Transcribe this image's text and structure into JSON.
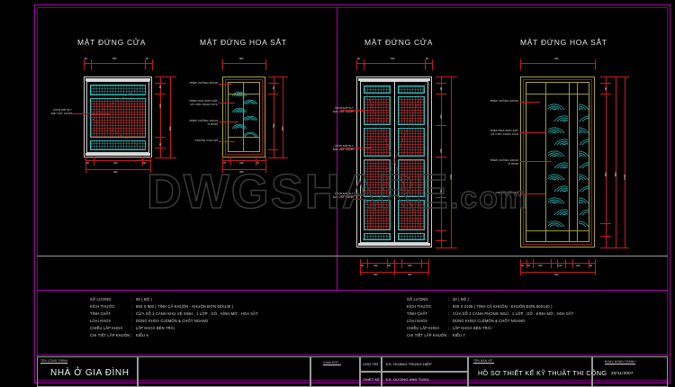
{
  "sheet": {
    "watermark_main": "DWGSHARE",
    "watermark_suffix": ".com"
  },
  "views": {
    "left_panel": {
      "door_elevation_title": "MẶT ĐỨNG CỬA",
      "ironwork_title": "MẶT ĐỨNG HOA SẮT",
      "door_note_1": "KÍNH MỜ 5LY",
      "door_note_2": "MÀI VÁT CẠNH",
      "iron_notes": [
        {
          "line1": "THÉP VUÔNG 20X20",
          "line2": ""
        },
        {
          "line1": "THÉP HỌA SƠN SẮT",
          "line2": "VÀ CHO XOAN CỬA"
        },
        {
          "line1": "THÉP VUÔNG 10X10",
          "line2": "Ô HÌNH"
        },
        {
          "line1": "KHUÔN CỬA SỔ",
          "line2": ""
        }
      ],
      "dims_top": [
        "60",
        "580",
        "60"
      ],
      "dims_bottom": [
        "60",
        "340",
        "60"
      ],
      "dims_overall_bottom": "460",
      "dims_right": [
        "60",
        "60",
        "180",
        "180",
        "60",
        "60"
      ],
      "dims_overall_right": "900",
      "iron_dims_top": [
        "580"
      ],
      "iron_dims_bottom": [
        "75",
        "240",
        "75"
      ],
      "iron_dims_bottom_overall": "450",
      "iron_dims_right": [
        "60",
        "60",
        "390",
        "390",
        "60"
      ],
      "iron_dims_right_overall": "900"
    },
    "right_panel": {
      "door_elevation_title": "MẶT ĐỨNG CỬA",
      "ironwork_title": "MẶT ĐỨNG HOA SẮT",
      "door_notes": [
        {
          "line1": "KÍNH MỜ 5LY",
          "line2": "MÀI VÁT CẠNH"
        },
        {
          "line1": "KÍNH MỜ 5LY",
          "line2": "MÀI VÁT CẠNH"
        },
        {
          "line1": "KÍNH MỜ 5LY",
          "line2": "MÀI VÁT CẠNH"
        }
      ],
      "iron_notes": [
        {
          "line1": "THÉP VUÔNG 20X20",
          "line2": ""
        },
        {
          "line1": "THÉP HỌA SƠN SẮT",
          "line2": "VÀ CHO XOAN CỬA"
        },
        {
          "line1": "THÉP VUÔNG 10X10",
          "line2": "Ô HÌNH"
        },
        {
          "line1": "KHUÔN CỬA SỔ",
          "line2": ""
        }
      ],
      "dims_top": [
        "60",
        "930",
        "60"
      ],
      "dims_bottom": [
        "60",
        "340",
        "60",
        "60",
        "340",
        "60"
      ],
      "dims_bottom_overall": [
        "460",
        "460"
      ],
      "dims_right": [
        "60",
        "60",
        "60",
        "60",
        "340",
        "340",
        "340",
        "60",
        "60",
        "60"
      ],
      "dims_right_overall": "2100",
      "iron_dims_top": [
        "930"
      ],
      "iron_dims_bottom": [
        "60",
        "60",
        "240",
        "60",
        "120",
        "60",
        "240",
        "60",
        "60"
      ],
      "iron_dims_bottom_overall": "930",
      "iron_dims_right": [
        "60",
        "60",
        "60",
        "880",
        "880",
        "880",
        "60",
        "60"
      ],
      "iron_dims_right_overall": "2100"
    }
  },
  "spec_left": {
    "rows": [
      {
        "key": "SỐ LƯỢNG",
        "value": "08 ( BỘ )"
      },
      {
        "key": "KÍCH THƯỚC",
        "value": "660 X 900 ( TÍNH CẢ KHUÔN - KHUÔN ĐƠN 60X140 )"
      },
      {
        "key": "TÍNH CHẤT",
        "value": "CỬA SỔ 1 CÁNH KHU VỆ SINH , 1 LỚP , GỖ , KÍNH MỜ , HOA SẮT"
      },
      {
        "key": "LOẠI KHOÁ",
        "value": "DÙNG KHOÁ CLÉMÔN & CHỐT NGANG"
      },
      {
        "key": "CHIỀU LẮP KHOÁ",
        "value": "LẮP KHOÁ BÊN TRÁI"
      },
      {
        "key": "CHI TIẾT LẮP KHUÔN",
        "value": "KIỂU 6"
      }
    ]
  },
  "spec_right": {
    "rows": [
      {
        "key": "SỐ LƯỢNG",
        "value": "20 ( BỘ )"
      },
      {
        "key": "KÍCH THƯỚC",
        "value": "930 X 2100 ( TÍNH CẢ KHUÔN - KHUÔN ĐƠN 60X140 )"
      },
      {
        "key": "TÍNH CHẤT",
        "value": "CỬA SỔ 2 CÁNH PHÒNG NGỦ , 1 LỚP , GỖ , KÍNH MỜ , HOA SẮT"
      },
      {
        "key": "LOẠI KHOÁ",
        "value": "DÙNG KHOÁ CLÉMÔN & CHỐT NGANG"
      },
      {
        "key": "CHIỀU LẮP KHOÁ",
        "value": "LẮP KHOÁ BÊN TRÁI"
      },
      {
        "key": "CHI TIẾT LẮP KHUÔN",
        "value": "KIỂU 7"
      }
    ]
  },
  "title_block": {
    "project_label": "TÊN CÔNG TRÌNH",
    "project_name": "NHÀ Ở GIA ĐÌNH",
    "supervisor_label": "GIÁM ĐỐC :",
    "roles": [
      {
        "role": "CHỦ TRÌ",
        "name": "KS. HOÀNG TRUNG HIỆP"
      },
      {
        "role": "THIẾT KẾ",
        "name": "KS. DƯƠNG ANH TÙNG"
      }
    ],
    "drawing_label": "TÊN BẢN VẼ :",
    "drawing_name": "HỒ SƠ THIẾT KẾ KỸ THUẬT THI CÔNG",
    "date_label": "NGÀY HOÀN THÀNH",
    "date_value": "20/11/2007"
  }
}
